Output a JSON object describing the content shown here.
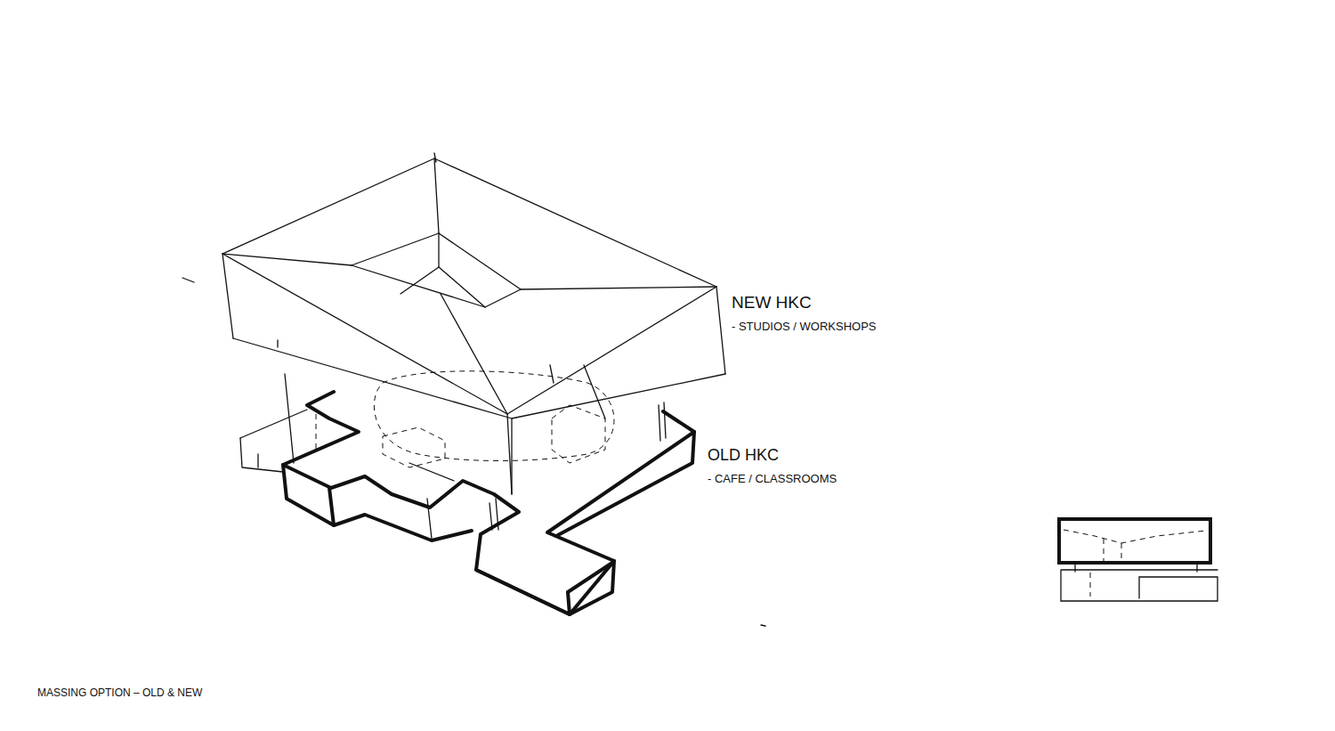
{
  "diagram": {
    "caption": "MASSING OPTION – OLD & NEW",
    "labels": [
      "NEW HKC",
      "- STUDIOS / WORKSHOPS",
      "OLD HKC",
      "- CAFE / CLASSROOMS"
    ]
  }
}
